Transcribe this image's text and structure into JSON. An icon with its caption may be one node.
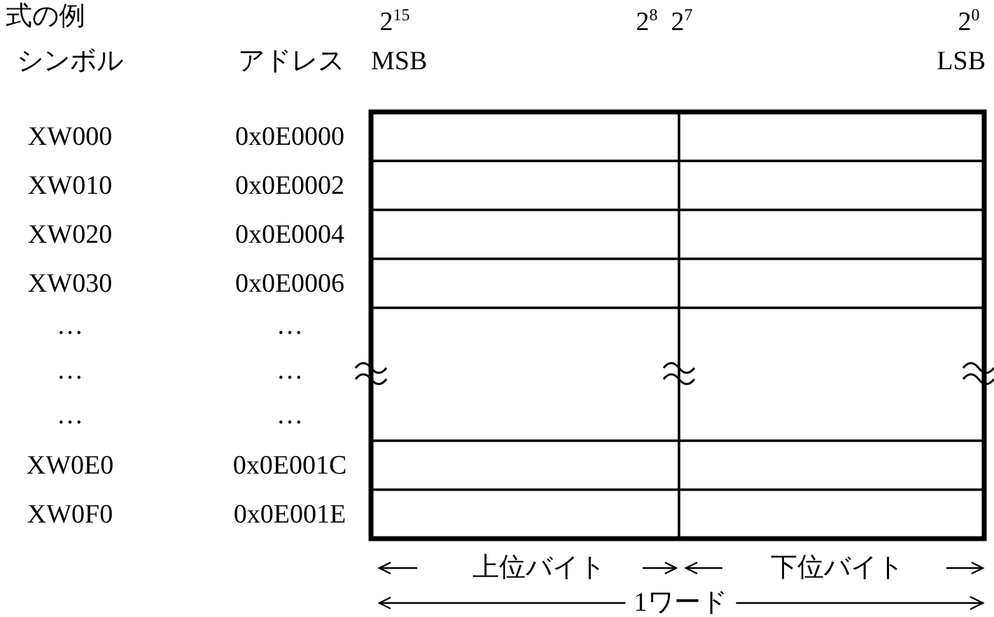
{
  "diagram": {
    "labels": [
      "式の例",
      "2$^{15}$",
      "2$^{8}$",
      "2$^{7}$",
      "2$^{0}$",
      "シンボル",
      "アドレス",
      "MSB",
      "LSB",
      "XW000",
      "0x0E0000",
      "XW010",
      "0x0E0002",
      "XW020",
      "0x0E0004",
      "XW030",
      "0x0E0006",
      "…",
      "…",
      "…",
      "…",
      "…",
      "…",
      "XW0E0",
      "0x0E001C",
      "XW0F0",
      "0x0E001E",
      "上位バイト",
      "下位バイト",
      "1ワード"
    ]
  }
}
